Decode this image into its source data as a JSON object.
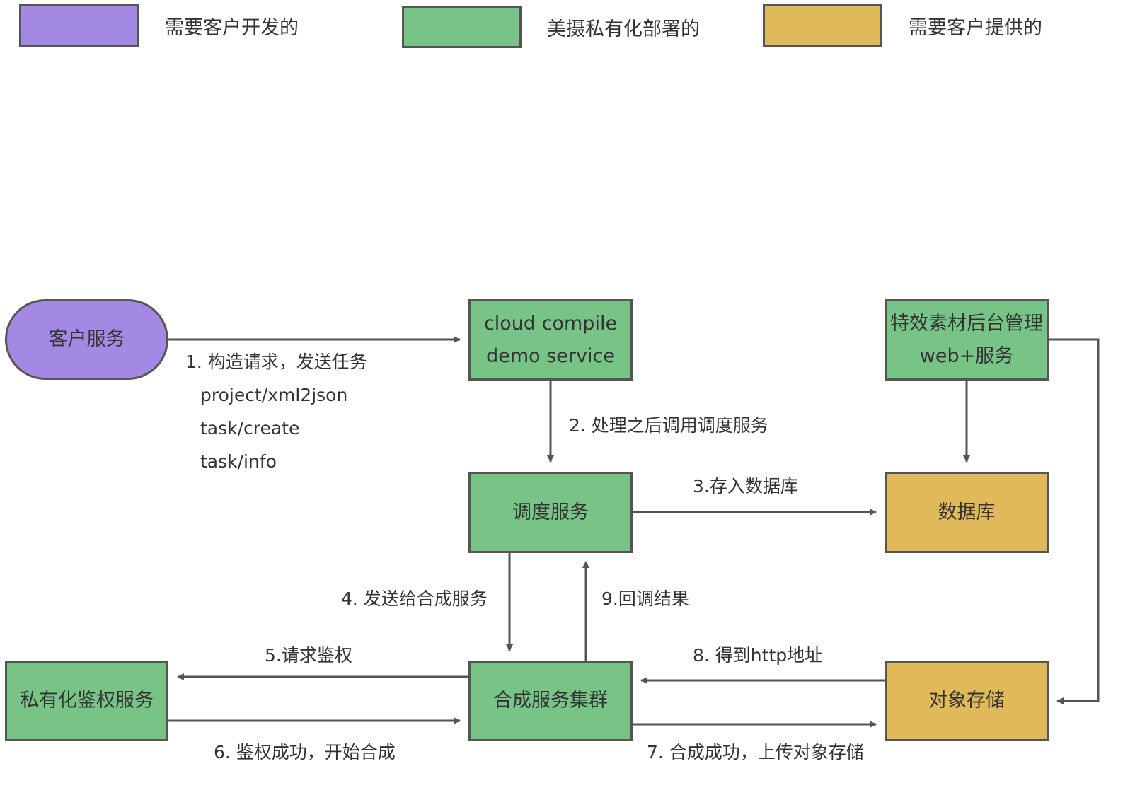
{
  "colors": {
    "purple": "#a389e3",
    "green": "#78c487",
    "yellow": "#e0b95a",
    "border": "#555555",
    "arrow": "#555555",
    "text": "#333333"
  },
  "legend": [
    {
      "color_key": "purple",
      "label": "需要客户开发的"
    },
    {
      "color_key": "green",
      "label": "美摄私有化部署的"
    },
    {
      "color_key": "yellow",
      "label": "需要客户提供的"
    }
  ],
  "nodes": {
    "client": {
      "lines": [
        "客户服务"
      ],
      "color_key": "purple"
    },
    "demo": {
      "lines": [
        "cloud compile",
        "demo service"
      ],
      "color_key": "green"
    },
    "effects": {
      "lines": [
        "特效素材后台管理",
        "web+服务"
      ],
      "color_key": "green"
    },
    "scheduler": {
      "lines": [
        "调度服务"
      ],
      "color_key": "green"
    },
    "database": {
      "lines": [
        "数据库"
      ],
      "color_key": "yellow"
    },
    "auth": {
      "lines": [
        "私有化鉴权服务"
      ],
      "color_key": "green"
    },
    "cluster": {
      "lines": [
        "合成服务集群"
      ],
      "color_key": "green"
    },
    "storage": {
      "lines": [
        "对象存储"
      ],
      "color_key": "yellow"
    }
  },
  "edges": {
    "e1": {
      "label": "1. 构造请求，发送任务",
      "details": [
        "project/xml2json",
        "task/create",
        "task/info"
      ]
    },
    "e2": {
      "label": "2. 处理之后调用调度服务"
    },
    "e3": {
      "label": "3.存入数据库"
    },
    "e4": {
      "label": "4. 发送给合成服务"
    },
    "e5": {
      "label": "5.请求鉴权"
    },
    "e6": {
      "label": "6. 鉴权成功，开始合成"
    },
    "e7": {
      "label": "7. 合成成功，上传对象存储"
    },
    "e8": {
      "label": "8. 得到http地址"
    },
    "e9": {
      "label": "9.回调结果"
    }
  }
}
